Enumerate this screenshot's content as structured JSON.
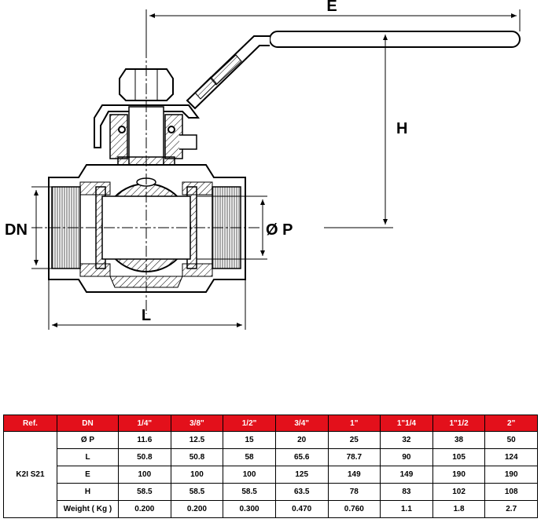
{
  "drawing": {
    "labels": {
      "e": "E",
      "h": "H",
      "dn": "DN",
      "p": "Ø P",
      "l": "L"
    }
  },
  "table": {
    "ref_header": "Ref.",
    "dn_header": "DN",
    "sizes": [
      "1/4\"",
      "3/8\"",
      "1/2\"",
      "3/4\"",
      "1\"",
      "1\"1/4",
      "1\"1/2",
      "2\""
    ],
    "ref_value": "K2I S21",
    "rows": [
      {
        "label": "Ø P",
        "values": [
          "11.6",
          "12.5",
          "15",
          "20",
          "25",
          "32",
          "38",
          "50"
        ]
      },
      {
        "label": "L",
        "values": [
          "50.8",
          "50.8",
          "58",
          "65.6",
          "78.7",
          "90",
          "105",
          "124"
        ]
      },
      {
        "label": "E",
        "values": [
          "100",
          "100",
          "100",
          "125",
          "149",
          "149",
          "190",
          "190"
        ]
      },
      {
        "label": "H",
        "values": [
          "58.5",
          "58.5",
          "58.5",
          "63.5",
          "78",
          "83",
          "102",
          "108"
        ]
      },
      {
        "label": "Weight ( Kg )",
        "values": [
          "0.200",
          "0.200",
          "0.300",
          "0.470",
          "0.760",
          "1.1",
          "1.8",
          "2.7"
        ]
      }
    ],
    "header_color": "#e3101b"
  }
}
